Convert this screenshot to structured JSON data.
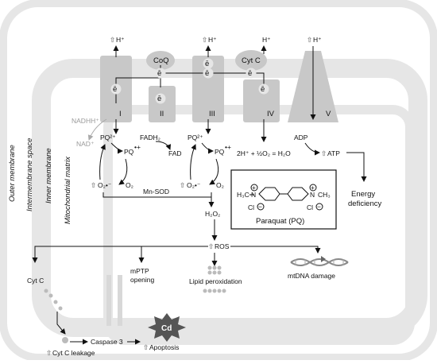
{
  "membranes": {
    "outer": "Outer membrane",
    "intermembrane": "Intermembrane space",
    "inner": "Inner membrane",
    "matrix": "Mitochondrial matrix"
  },
  "complexes": {
    "I": "I",
    "II": "II",
    "III": "III",
    "IV": "IV",
    "V": "V",
    "coq": "CoQ",
    "cytc": "Cyt C"
  },
  "electron": "ē",
  "proton": "H⁺",
  "up_arrow": "⇧",
  "labels": {
    "nadh": "NADHH⁺",
    "nad": "NAD⁺",
    "fadh2": "FADH₂",
    "fad": "FAD",
    "pq2_left": "PQ²⁺",
    "pq_left": "PQ",
    "pq2_right": "PQ²⁺",
    "pq_right": "PQ",
    "dot_plus": "•+",
    "o2_rad_left": "O₂•⁻",
    "o2_left": "O₂",
    "o2_rad_right": "O₂•⁻",
    "o2_right": "O₂",
    "water": "2H⁺ + ½O₂ = H₂O",
    "adp": "ADP",
    "atp": "ATP",
    "energy": "Energy",
    "deficiency": "deficiency",
    "mnsod": "Mn-SOD",
    "h2o2": "H₂O₂",
    "ros": "ROS",
    "cytc_matrix": "Cyt C",
    "mptp1": "mPTP",
    "mptp2": "opening",
    "lipid": "Lipid peroxidation",
    "mtdna": "mtDNA damage",
    "caspase": "Caspase 3",
    "apoptosis": "Apoptosis",
    "leak": "Cyt C leakage",
    "cd": "Cd"
  },
  "paraquat": {
    "h3c": "H₃C",
    "ch3": "CH₃",
    "n": "N",
    "plus": "+",
    "cl": "Cl",
    "minus": "−",
    "name": "Paraquat (PQ)"
  },
  "colors": {
    "membrane": "#e6e6e6",
    "complex": "#c8c8c8",
    "arrow": "#111111",
    "faded": "#9a9a9a",
    "cd_star": "#555555"
  }
}
